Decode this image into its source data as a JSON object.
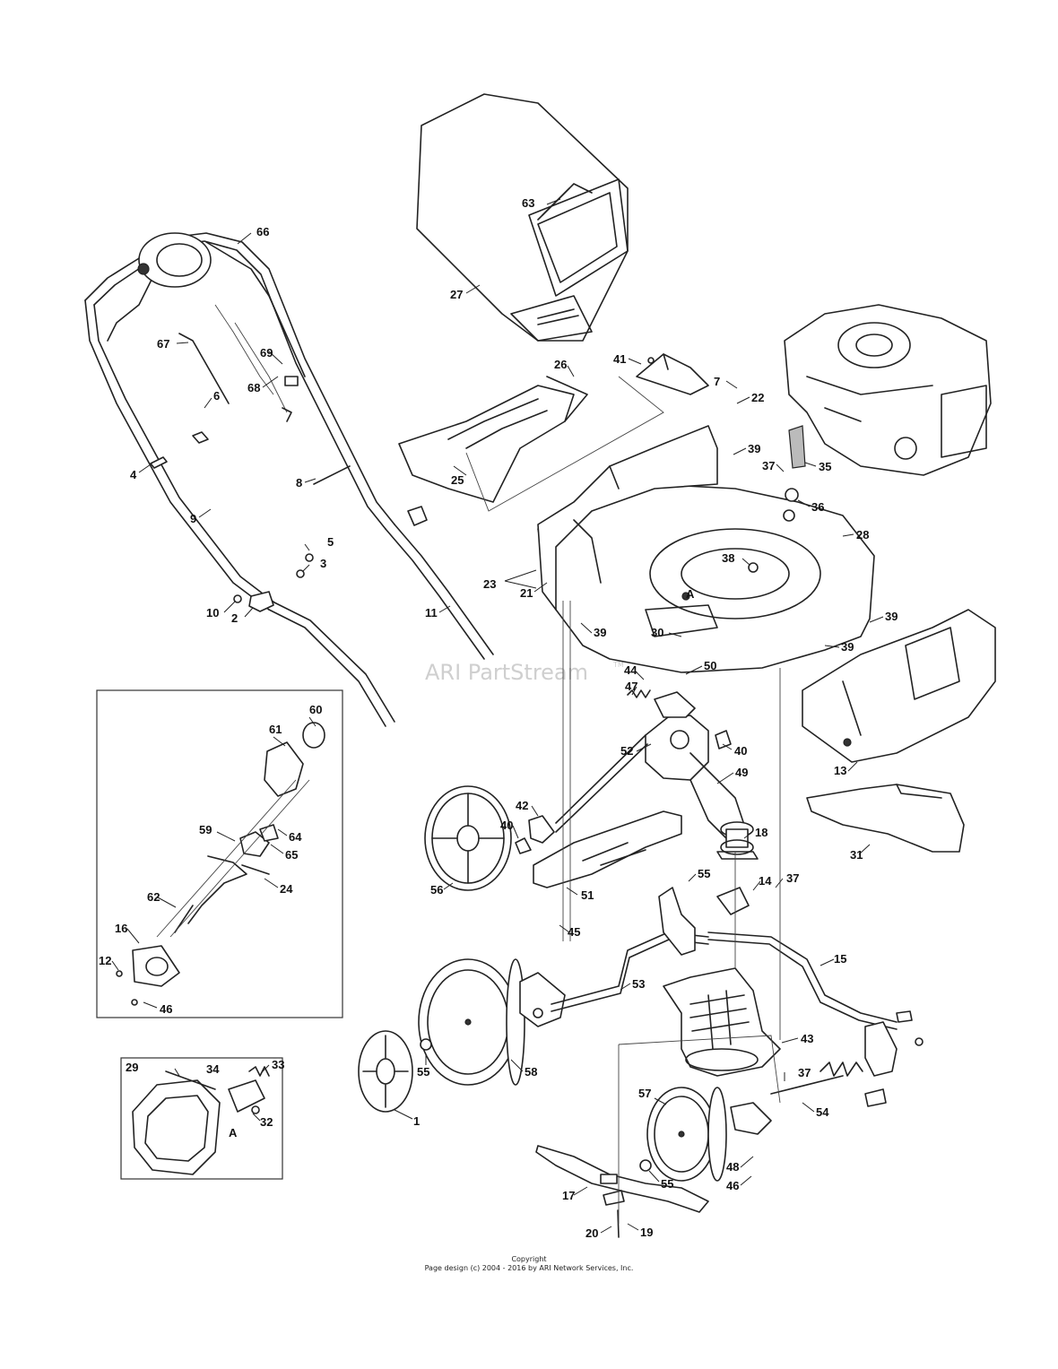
{
  "watermark": "ARI PartStream",
  "watermark_tm": "TM",
  "footer": {
    "line1": "Copyright",
    "line2": "Page design (c) 2004 - 2016 by ARI Network Services, Inc."
  },
  "callouts": {
    "c1": "1",
    "c2": "2",
    "c3": "3",
    "c4": "4",
    "c5": "5",
    "c6": "6",
    "c7": "7",
    "c8": "8",
    "c9": "9",
    "c10": "10",
    "c11": "11",
    "c12": "12",
    "c13": "13",
    "c14": "14",
    "c15": "15",
    "c16": "16",
    "c17": "17",
    "c18": "18",
    "c19": "19",
    "c20": "20",
    "c21": "21",
    "c22": "22",
    "c23": "23",
    "c24": "24",
    "c25": "25",
    "c26": "26",
    "c27": "27",
    "c28": "28",
    "c29": "29",
    "c30": "30",
    "c31": "31",
    "c32": "32",
    "c33": "33",
    "c34": "34",
    "c35": "35",
    "c36": "36",
    "c37a": "37",
    "c37b": "37",
    "c37c": "37",
    "c38": "38",
    "c39a": "39",
    "c39b": "39",
    "c39c": "39",
    "c39d": "39",
    "c40a": "40",
    "c40b": "40",
    "c41": "41",
    "c42": "42",
    "c43": "43",
    "c44": "44",
    "c45": "45",
    "c46a": "46",
    "c46b": "46",
    "c47": "47",
    "c48": "48",
    "c49": "49",
    "c50": "50",
    "c51": "51",
    "c52": "52",
    "c53": "53",
    "c54": "54",
    "c55a": "55",
    "c55b": "55",
    "c55c": "55",
    "c56": "56",
    "c57": "57",
    "c58": "58",
    "c59": "59",
    "c60": "60",
    "c61": "61",
    "c62": "62",
    "c63": "63",
    "c64": "64",
    "c65": "65",
    "c66": "66",
    "c67": "67",
    "c68": "68",
    "c69": "69",
    "refA1": "A",
    "refA2": "A"
  }
}
